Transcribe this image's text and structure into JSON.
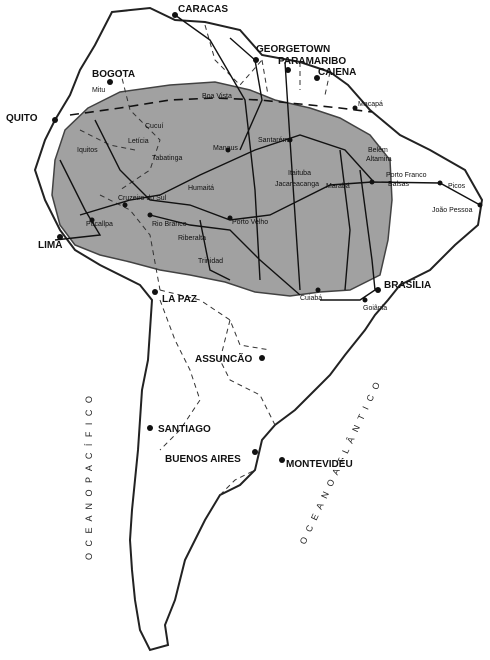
{
  "cities": {
    "caracas": "CARACAS",
    "georgetown": "GEORGETOWN",
    "paramaribo": "PARAMARIBO",
    "caiena": "CAIENA",
    "bogota": "BOGOTA",
    "quito": "QUITO",
    "lima": "LIMA",
    "la_paz": "LA PAZ",
    "brasilia": "BRASÍLIA",
    "assuncao": "ASSUNCÃO",
    "santiago": "SANTIAGO",
    "buenos_aires": "BUENOS AIRES",
    "montevideu": "MONTEVIDÉU",
    "mitu": "Mitu",
    "macapa": "Macapá",
    "cucui": "Cucuí",
    "leticia": "Letícia",
    "iquitos": "Iquitos",
    "tabatinga": "Tabatinga",
    "manaus": "Manaus",
    "santarem": "Santarém",
    "belem": "Belém",
    "altamira": "Altamira",
    "itaituba": "Itaituba",
    "jacareacanga": "Jacareacanga",
    "maraba": "Marabá",
    "porto_franco": "Porto Franco",
    "balsas": "Balsas",
    "picos": "Picos",
    "joao_pessoa": "João Pessoa",
    "humaita": "Humaitá",
    "cruzeiro_do_sul": "Cruzeiro do Sul",
    "pucallpa": "Pucallpa",
    "rio_branco": "Rio Branco",
    "porto_velho": "Porto Velho",
    "riberalta": "Riberalta",
    "trinidad": "Trinidad",
    "cuiaba": "Cuiabá",
    "goiania": "Goiânia",
    "boa_vista": "Boa Vista"
  },
  "oceans": {
    "pacific": "O C E A N O   P A C Í F I C O",
    "atlantic": "O C E A N O   A T L Â N T I C O"
  },
  "colors": {
    "land": "#ffffff",
    "amazon_region": "#9a9a9a",
    "outline": "#222222"
  }
}
